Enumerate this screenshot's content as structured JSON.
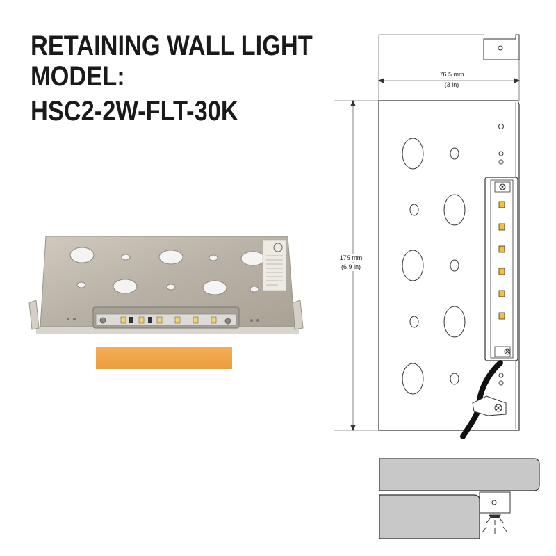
{
  "title": {
    "line1": "RETAINING WALL LIGHT",
    "line2": "MODEL:",
    "line3": "HSC2-2W-FLT-30K"
  },
  "dimensions": {
    "width_mm": "76.5 mm",
    "width_in": "(3 in)",
    "height_mm": "175 mm",
    "height_in": "(6.9 in)"
  },
  "colors": {
    "plate": "#bdb6ab",
    "lens": "#f0a64a",
    "line": "#333333",
    "wall": "#c8c8c8"
  },
  "led_count": 6
}
